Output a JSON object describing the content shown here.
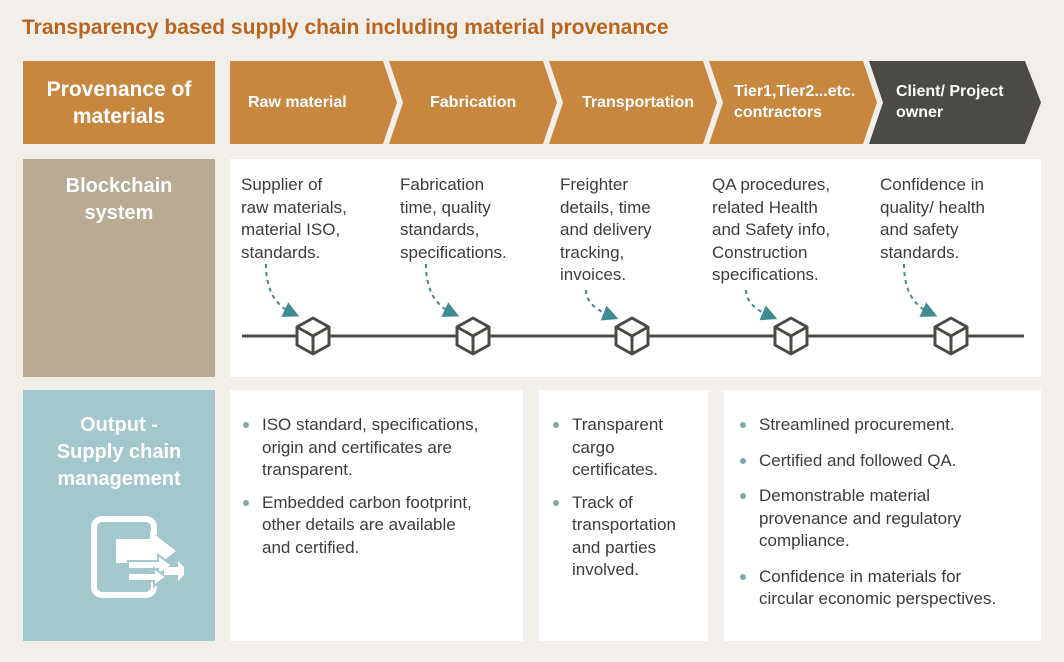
{
  "title": "Transparency based supply chain including material provenance",
  "rows": {
    "provenance": "Provenance of\nmaterials",
    "blockchain": "Blockchain\nsystem",
    "output": "Output -\nSupply chain\nmanagement"
  },
  "stages": [
    {
      "label": "Raw material"
    },
    {
      "label": "Fabrication"
    },
    {
      "label": "Transportation"
    },
    {
      "label": "Tier1,Tier2...etc.\ncontractors"
    },
    {
      "label": "Client/ Project\nowner"
    }
  ],
  "blockchain_items": [
    "Supplier of\nraw materials,\nmaterial ISO,\nstandards.",
    "Fabrication\ntime, quality\nstandards,\nspecifications.",
    "Freighter\ndetails, time\nand delivery\ntracking,\ninvoices.",
    "QA procedures,\nrelated Health\nand Safety info,\nConstruction\nspecifications.",
    "Confidence in\nquality/ health\nand safety\nstandards."
  ],
  "outputs": {
    "col1": [
      "ISO standard, specifications,\norigin and certificates are\ntransparent.",
      "Embedded carbon footprint,\nother details are available\nand certified."
    ],
    "col2": [
      "Transparent\ncargo\ncertificates.",
      "Track of\ntransportation\nand parties\ninvolved."
    ],
    "col3": [
      "Streamlined procurement.",
      "Certified and followed QA.",
      "Demonstrable material\nprovenance and regulatory\ncompliance.",
      "Confidence in materials for\ncircular economic perspectives."
    ]
  },
  "colors": {
    "accent_orange": "#c8873f",
    "title_orange": "#b9651f",
    "dark_chevron": "#4b4a45",
    "blockchain_tan": "#b8ab92",
    "output_teal": "#a3c8cb",
    "dashed_arrow": "#3e8c92"
  },
  "icons": {
    "block_node": "cube-icon",
    "output_icon": "export-arrows-icon"
  }
}
